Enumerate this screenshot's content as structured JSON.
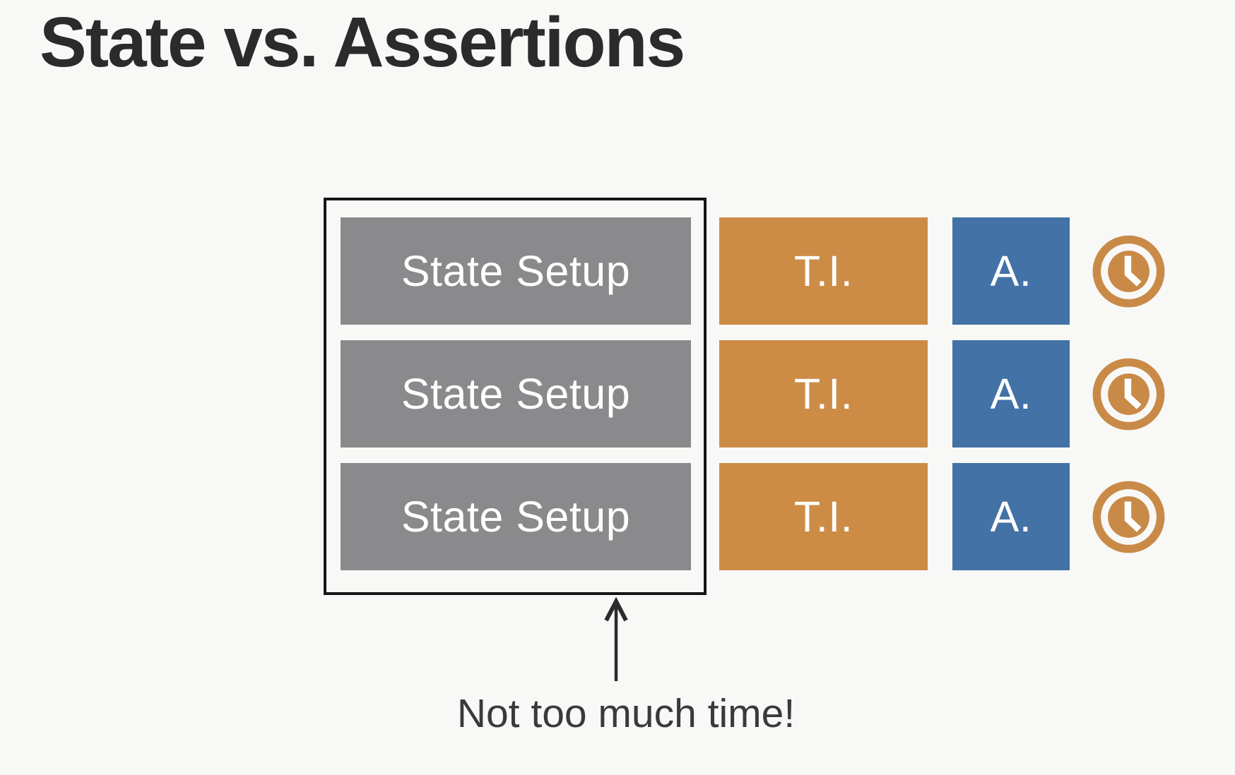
{
  "slide": {
    "title": "State vs. Assertions",
    "annotation": "Not too much time!"
  },
  "colors": {
    "background": "#f8f8f7",
    "title_text": "#2b2b2b",
    "frame_border": "#161616",
    "state_box": "#8a8a8d",
    "ti_box": "#cd8c46",
    "assert_box": "#4272a6",
    "box_text": "#ffffff",
    "clock": "#c98a47",
    "arrow": "#2b2b2b",
    "annotation_text": "#3a3a3a"
  },
  "icons": {
    "row_timer": "clock-icon",
    "pointer": "arrow-up-icon"
  },
  "rows": [
    {
      "state_label": "State Setup",
      "ti_label": "T.I.",
      "assertion_label": "A."
    },
    {
      "state_label": "State Setup",
      "ti_label": "T.I.",
      "assertion_label": "A."
    },
    {
      "state_label": "State Setup",
      "ti_label": "T.I.",
      "assertion_label": "A."
    }
  ]
}
